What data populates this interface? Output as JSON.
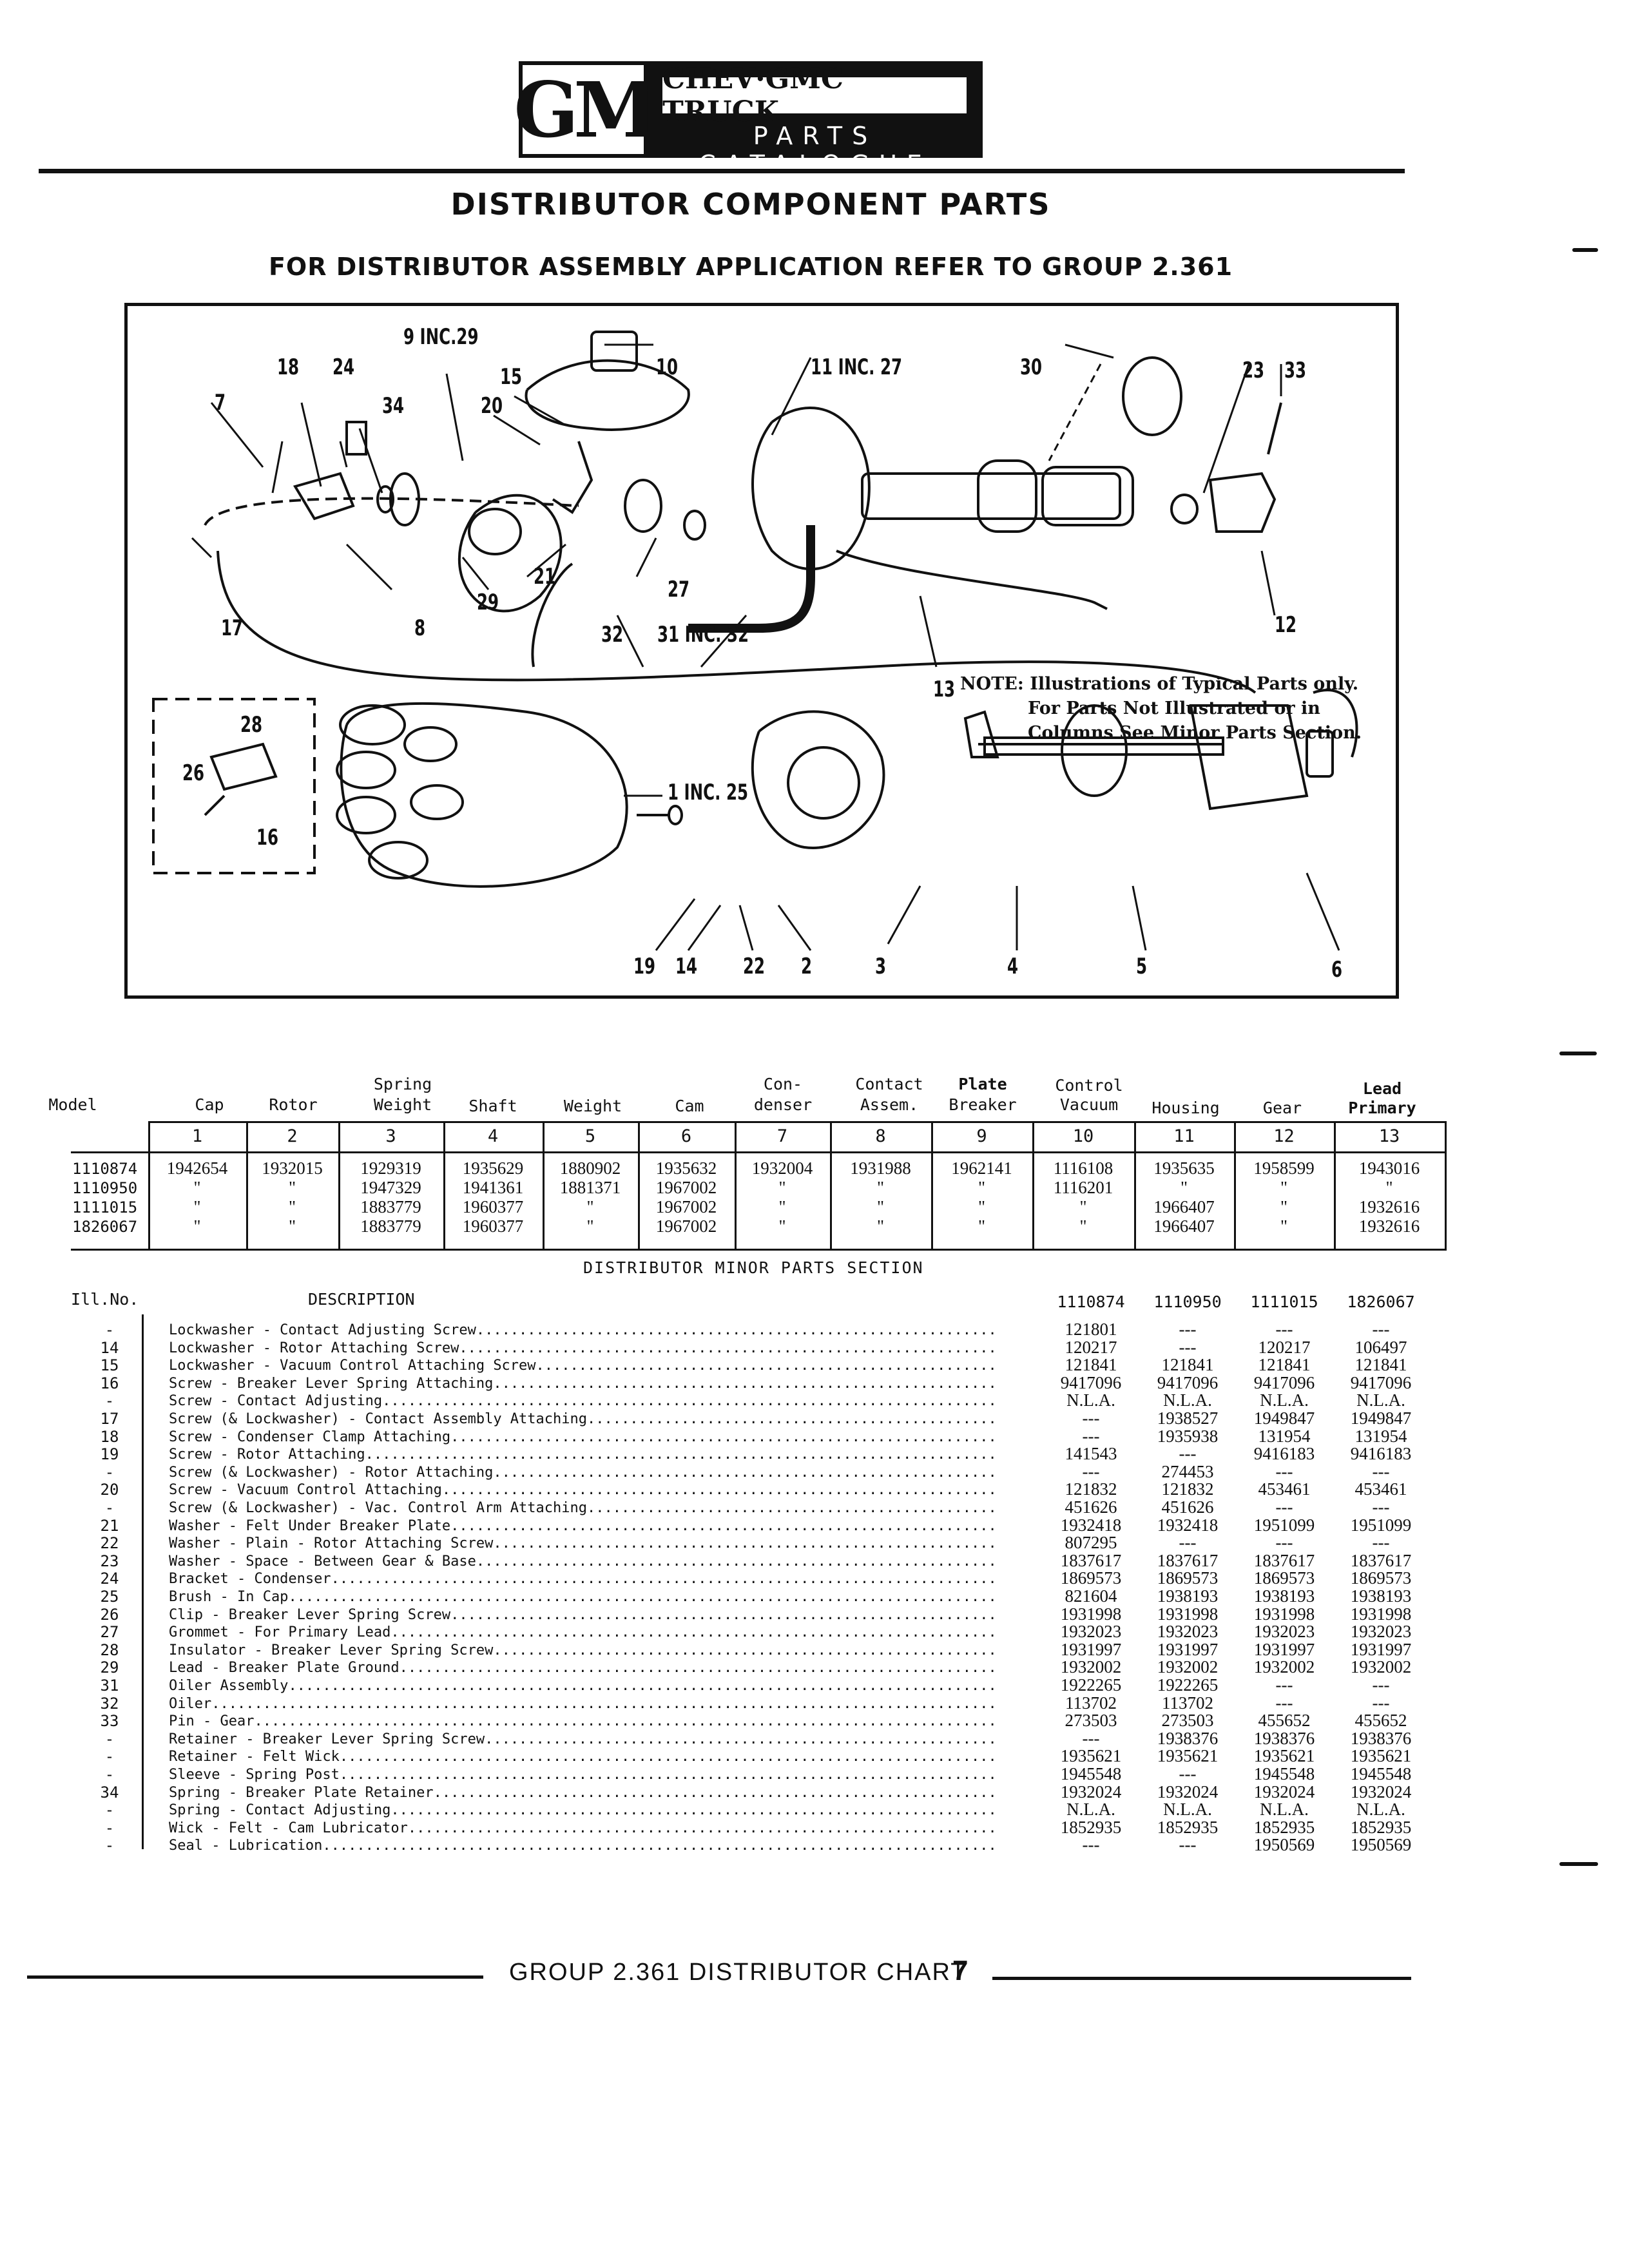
{
  "header": {
    "logo_text": "GM",
    "brand_text": "CHEV·GMC TRUCK",
    "catalogue_text": "PARTS CATALOGUE",
    "title": "DISTRIBUTOR COMPONENT PARTS",
    "subtitle": "FOR DISTRIBUTOR ASSEMBLY APPLICATION REFER TO GROUP 2.361"
  },
  "diagram": {
    "callouts": {
      "c9": "9 INC.29",
      "c18": "18",
      "c24": "24",
      "c15": "15",
      "c10": "10",
      "c11": "11 INC. 27",
      "c30": "30",
      "c23": "23",
      "c33": "33",
      "c7": "7",
      "c34": "34",
      "c20": "20",
      "c17": "17",
      "c8": "8",
      "c29": "29",
      "c21": "21",
      "c27": "27",
      "c12": "12",
      "c32": "32",
      "c31": "31 INC. 32",
      "c13": "13",
      "c28": "28",
      "c26": "26",
      "c16": "16",
      "c1": "1 INC. 25",
      "c19": "19",
      "c14": "14",
      "c22": "22",
      "c2": "2",
      "c3": "3",
      "c4": "4",
      "c5": "5",
      "c6": "6"
    },
    "note": {
      "line1": "NOTE: Illustrations of Typical Parts only.",
      "line2": "For Parts Not Illustrated or in",
      "line3": "Columns See Minor Parts Section."
    }
  },
  "application_table": {
    "headers": [
      "Model",
      "Cap",
      "Rotor",
      "Spring Weight",
      "Shaft",
      "Weight",
      "Cam",
      "Con- denser",
      "Contact Assem.",
      "Plate Breaker",
      "Control Vacuum",
      "Housing",
      "Gear",
      "Lead Primary"
    ],
    "header_lines": {
      "model": "Model",
      "cap": "Cap",
      "rotor": "Rotor",
      "spring1": "Spring",
      "spring2": "Weight",
      "shaft": "Shaft",
      "weight": "Weight",
      "cam": "Cam",
      "cond1": "Con-",
      "cond2": "denser",
      "contact1": "Contact",
      "contact2": "Assem.",
      "plate1": "Plate",
      "plate2": "Breaker",
      "control1": "Control",
      "control2": "Vacuum",
      "housing": "Housing",
      "gear": "Gear",
      "lead1": "Lead",
      "lead2": "Primary"
    },
    "column_numbers": [
      "1",
      "2",
      "3",
      "4",
      "5",
      "6",
      "7",
      "8",
      "9",
      "10",
      "11",
      "12",
      "13"
    ],
    "rows": [
      {
        "model": "1110874",
        "cells": [
          "1942654",
          "1932015",
          "1929319",
          "1935629",
          "1880902",
          "1935632",
          "1932004",
          "1931988",
          "1962141",
          "1116108",
          "1935635",
          "1958599",
          "1943016"
        ]
      },
      {
        "model": "1110950",
        "cells": [
          "\"",
          "\"",
          "1947329",
          "1941361",
          "1881371",
          "1967002",
          "\"",
          "\"",
          "\"",
          "1116201",
          "\"",
          "\"",
          "\""
        ]
      },
      {
        "model": "1111015",
        "cells": [
          "\"",
          "\"",
          "1883779",
          "1960377",
          "\"",
          "1967002",
          "\"",
          "\"",
          "\"",
          "\"",
          "1966407",
          "\"",
          "1932616"
        ]
      },
      {
        "model": "1826067",
        "cells": [
          "\"",
          "\"",
          "1883779",
          "1960377",
          "\"",
          "1967002",
          "\"",
          "\"",
          "\"",
          "\"",
          "1966407",
          "\"",
          "1932616"
        ]
      }
    ]
  },
  "minor_parts": {
    "section_title": "DISTRIBUTOR MINOR PARTS SECTION",
    "ill_header": "Ill.No.",
    "desc_header": "DESCRIPTION",
    "model_headers": [
      "1110874",
      "1110950",
      "1111015",
      "1826067"
    ],
    "rows": [
      {
        "ill": "-",
        "desc": "Lockwasher - Contact Adjusting Screw",
        "v": [
          "121801",
          "---",
          "---",
          "---"
        ]
      },
      {
        "ill": "14",
        "desc": "Lockwasher - Rotor Attaching Screw",
        "v": [
          "120217",
          "---",
          "120217",
          "106497"
        ]
      },
      {
        "ill": "15",
        "desc": "Lockwasher - Vacuum Control Attaching Screw",
        "v": [
          "121841",
          "121841",
          "121841",
          "121841"
        ]
      },
      {
        "ill": "16",
        "desc": "Screw - Breaker Lever Spring Attaching",
        "v": [
          "9417096",
          "9417096",
          "9417096",
          "9417096"
        ]
      },
      {
        "ill": "-",
        "desc": "Screw - Contact Adjusting",
        "v": [
          "N.L.A.",
          "N.L.A.",
          "N.L.A.",
          "N.L.A."
        ]
      },
      {
        "ill": "17",
        "desc": "Screw (& Lockwasher) - Contact Assembly Attaching",
        "v": [
          "---",
          "1938527",
          "1949847",
          "1949847"
        ]
      },
      {
        "ill": "18",
        "desc": "Screw - Condenser Clamp Attaching",
        "v": [
          "---",
          "1935938",
          "131954",
          "131954"
        ]
      },
      {
        "ill": "19",
        "desc": "Screw - Rotor Attaching",
        "v": [
          "141543",
          "---",
          "9416183",
          "9416183"
        ]
      },
      {
        "ill": "-",
        "desc": "Screw (& Lockwasher) - Rotor Attaching",
        "v": [
          "---",
          "274453",
          "---",
          "---"
        ]
      },
      {
        "ill": "20",
        "desc": "Screw - Vacuum Control Attaching",
        "v": [
          "121832",
          "121832",
          "453461",
          "453461"
        ]
      },
      {
        "ill": "-",
        "desc": "Screw (& Lockwasher) - Vac. Control Arm Attaching",
        "v": [
          "451626",
          "451626",
          "---",
          "---"
        ]
      },
      {
        "ill": "21",
        "desc": "Washer - Felt Under Breaker Plate",
        "v": [
          "1932418",
          "1932418",
          "1951099",
          "1951099"
        ]
      },
      {
        "ill": "22",
        "desc": "Washer - Plain - Rotor Attaching Screw",
        "v": [
          "807295",
          "---",
          "---",
          "---"
        ]
      },
      {
        "ill": "23",
        "desc": "Washer - Space - Between Gear & Base",
        "v": [
          "1837617",
          "1837617",
          "1837617",
          "1837617"
        ]
      },
      {
        "ill": "24",
        "desc": "Bracket - Condenser",
        "v": [
          "1869573",
          "1869573",
          "1869573",
          "1869573"
        ]
      },
      {
        "ill": "25",
        "desc": "Brush - In Cap",
        "v": [
          "821604",
          "1938193",
          "1938193",
          "1938193"
        ]
      },
      {
        "ill": "26",
        "desc": "Clip - Breaker Lever Spring Screw",
        "v": [
          "1931998",
          "1931998",
          "1931998",
          "1931998"
        ]
      },
      {
        "ill": "27",
        "desc": "Grommet - For Primary Lead",
        "v": [
          "1932023",
          "1932023",
          "1932023",
          "1932023"
        ]
      },
      {
        "ill": "28",
        "desc": "Insulator - Breaker Lever Spring Screw",
        "v": [
          "1931997",
          "1931997",
          "1931997",
          "1931997"
        ]
      },
      {
        "ill": "29",
        "desc": "Lead - Breaker Plate Ground",
        "v": [
          "1932002",
          "1932002",
          "1932002",
          "1932002"
        ]
      },
      {
        "ill": "31",
        "desc": "Oiler Assembly",
        "v": [
          "1922265",
          "1922265",
          "---",
          "---"
        ]
      },
      {
        "ill": "32",
        "desc": "Oiler",
        "v": [
          "113702",
          "113702",
          "---",
          "---"
        ]
      },
      {
        "ill": "33",
        "desc": "Pin - Gear",
        "v": [
          "273503",
          "273503",
          "455652",
          "455652"
        ]
      },
      {
        "ill": "-",
        "desc": "Retainer - Breaker Lever Spring Screw",
        "v": [
          "---",
          "1938376",
          "1938376",
          "1938376"
        ]
      },
      {
        "ill": "-",
        "desc": "Retainer - Felt Wick",
        "v": [
          "1935621",
          "1935621",
          "1935621",
          "1935621"
        ]
      },
      {
        "ill": "-",
        "desc": "Sleeve - Spring Post",
        "v": [
          "1945548",
          "---",
          "1945548",
          "1945548"
        ]
      },
      {
        "ill": "34",
        "desc": "Spring - Breaker Plate Retainer",
        "v": [
          "1932024",
          "1932024",
          "1932024",
          "1932024"
        ]
      },
      {
        "ill": "-",
        "desc": "Spring - Contact Adjusting",
        "v": [
          "N.L.A.",
          "N.L.A.",
          "N.L.A.",
          "N.L.A."
        ]
      },
      {
        "ill": "-",
        "desc": "Wick - Felt - Cam Lubricator",
        "v": [
          "1852935",
          "1852935",
          "1852935",
          "1852935"
        ]
      },
      {
        "ill": "-",
        "desc": "Seal - Lubrication",
        "v": [
          "---",
          "---",
          "1950569",
          "1950569"
        ]
      }
    ]
  },
  "footer": {
    "text": "GROUP 2.361 DISTRIBUTOR CHART",
    "page": "7"
  }
}
